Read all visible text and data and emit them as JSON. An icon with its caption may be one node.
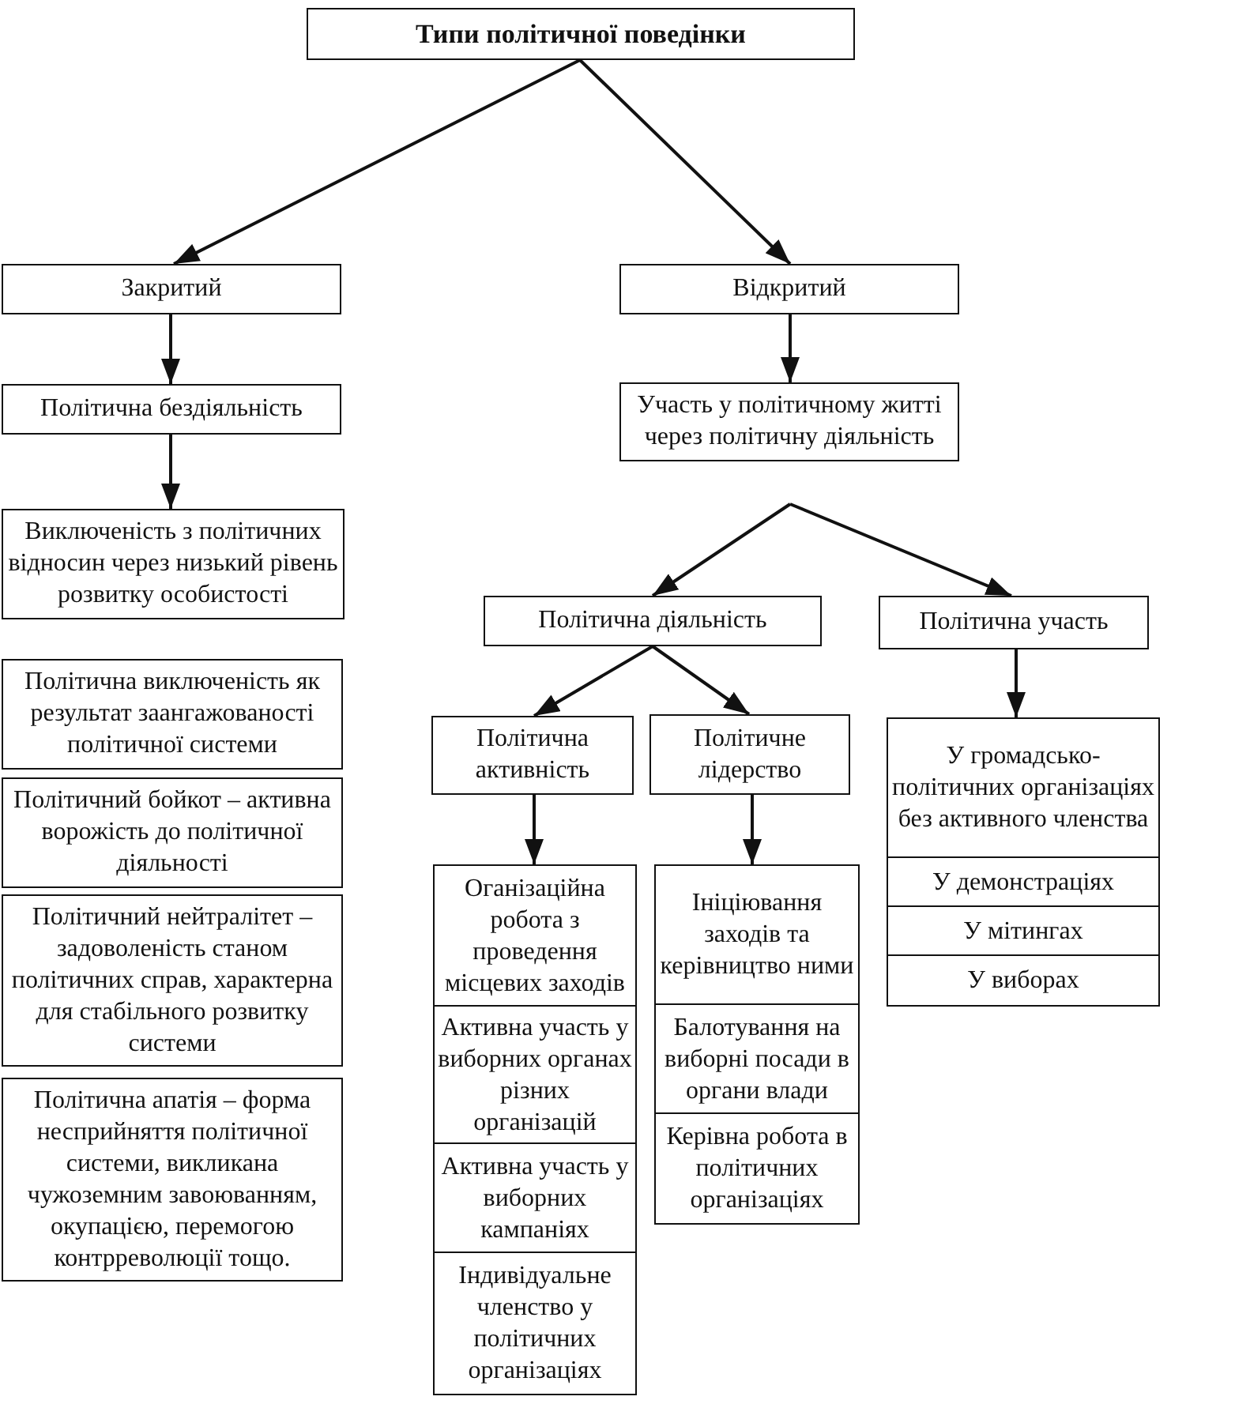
{
  "diagram": {
    "nodes": [
      {
        "text": [
          "Типи політичної поведінки"
        ]
      },
      {
        "text": [
          "Закритий"
        ]
      },
      {
        "text": [
          "Відкритий"
        ]
      },
      {
        "text": [
          "Політична бездіяльність"
        ]
      },
      {
        "text": [
          "Участь у політичному житті через політичну діяльність"
        ]
      },
      {
        "text": [
          "Виключеність з політичних відносин через низький рівень розвитку особистості"
        ]
      },
      {
        "text": [
          "Політична виключеність як результат заангажованості політичної системи"
        ]
      },
      {
        "text": [
          "Політичний бойкот – активна ворожість до політичної діяльності"
        ]
      },
      {
        "text": [
          "Політичний нейтралітет – задоволеність станом політичних справ, характерна для стабільного розвитку системи"
        ]
      },
      {
        "text": [
          "Політична апатія – форма несприйняття політичної системи, викликана чужоземним завоюванням, окупацією, перемогою контрреволюції тощо."
        ]
      },
      {
        "text": [
          "Політична діяльність"
        ]
      },
      {
        "text": [
          "Політична участь"
        ]
      },
      {
        "text": [
          "Політична активність"
        ]
      },
      {
        "text": [
          "Політичне лідерство"
        ]
      },
      {
        "text": [
          "Оганізаційна робота з проведення місцевих заходів"
        ]
      },
      {
        "text": [
          "Активна участь у виборних органах різних організацій"
        ]
      },
      {
        "text": [
          "Активна участь у виборних кампаніях"
        ]
      },
      {
        "text": [
          "Індивідуальне членство у політичних організаціях"
        ]
      },
      {
        "text": [
          "Ініціювання заходів та керівництво ними"
        ]
      },
      {
        "text": [
          "Балотування на виборні посади в органи влади"
        ]
      },
      {
        "text": [
          "Керівна робота в політичних організаціях"
        ]
      },
      {
        "text": [
          "У громадсько-політичних організаціях без активного членства"
        ]
      },
      {
        "text": [
          "У демонстраціях"
        ]
      },
      {
        "text": [
          "У мітингах"
        ]
      },
      {
        "text": [
          "У виборах"
        ]
      }
    ],
    "edges": [
      {
        "from": 0,
        "to": 1,
        "arrow": "to"
      },
      {
        "from": 0,
        "to": 2,
        "arrow": "to"
      },
      {
        "from": 1,
        "to": 3,
        "arrow": "to"
      },
      {
        "from": 2,
        "to": 4,
        "arrow": "to"
      },
      {
        "from": 3,
        "to": 5,
        "arrow": "to"
      },
      {
        "from": null,
        "to": 10,
        "arrow": "to"
      },
      {
        "from": null,
        "to": 11,
        "arrow": "to"
      },
      {
        "from": 10,
        "to": 12,
        "arrow": "to"
      },
      {
        "from": 10,
        "to": 13,
        "arrow": "to"
      },
      {
        "from": 11,
        "to": 21,
        "arrow": "to"
      },
      {
        "from": 12,
        "to": 14,
        "arrow": "to"
      },
      {
        "from": 13,
        "to": 18,
        "arrow": "to"
      }
    ]
  }
}
